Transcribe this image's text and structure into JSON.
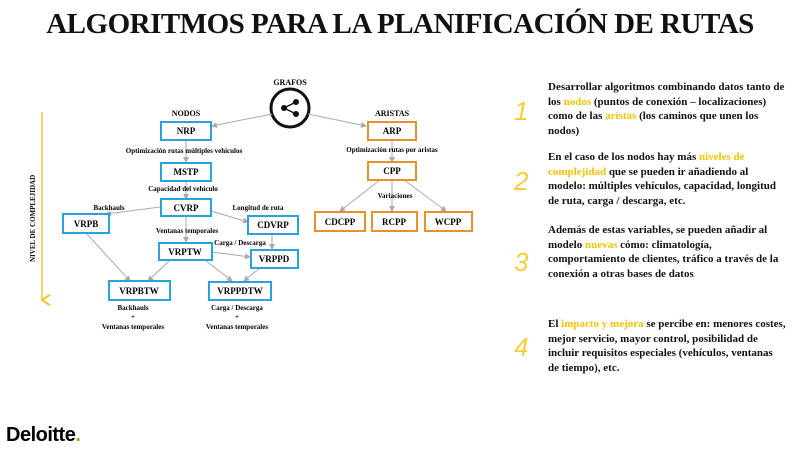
{
  "title": "ALGORITMOS PARA LA PLANIFICACIÓN DE RUTAS",
  "diagram": {
    "root": "GRAFOS",
    "left_header": "NODOS",
    "right_header": "ARISTAS",
    "axis_label": "NIVEL DE COMPLEJIDAD",
    "nodes": {
      "nrp": "NRP",
      "mstp": "MSTP",
      "cvrp": "CVRP",
      "vrpb": "VRPB",
      "cdvrp": "CDVRP",
      "vrptw": "VRPTW",
      "vrppd": "VRPPD",
      "vrpbtw": "VRPBTW",
      "vrppdtw": "VRPPDTW",
      "arp": "ARP",
      "cpp": "CPP",
      "cdcpp": "CDCPP",
      "rcpp": "RCPP",
      "wcpp": "WCPP"
    },
    "labels": {
      "opt_multi": "Optimización rutas múltiples vehículos",
      "capacity": "Capacidad del vehículo",
      "backhauls": "Backhauls",
      "route_length": "Longitud de ruta",
      "time_windows": "Ventanas temporales",
      "pickup": "Carga / Descarga",
      "opt_edges": "Optimización rutas por aristas",
      "variations": "Variaciones",
      "bottom_left_1": "Backhauls",
      "bottom_left_plus": "+",
      "bottom_left_2": "Ventanas temporales",
      "bottom_right_1": "Carga / Descarga",
      "bottom_right_plus": "+",
      "bottom_right_2": "Ventanas temporales"
    }
  },
  "points": [
    {
      "number": "1",
      "pre": "Desarrollar algoritmos combinando datos tanto de los ",
      "highlight": "nodos",
      "post": " (puntos de conexión – localizaciones) como de las ",
      "highlight2": "aristas",
      "post2": " (los caminos que unen los nodos)"
    },
    {
      "number": "2",
      "pre": "En el caso de los nodos hay más ",
      "highlight": "niveles de complejidad",
      "post": " que se pueden ir añadiendo al modelo: múltiples vehículos, capacidad, longitud de ruta, carga / descarga, etc.",
      "highlight2": "",
      "post2": ""
    },
    {
      "number": "3",
      "pre": "Además de estas variables, se pueden añadir al modelo ",
      "highlight": "nuevas",
      "post": " cómo: climatología, comportamiento de clientes, tráfico a través de la conexión a otras bases de datos",
      "highlight2": "",
      "post2": ""
    },
    {
      "number": "4",
      "pre": "El ",
      "highlight": "impacto y mejora",
      "post": " se percibe en: menores costes, mejor servicio, mayor control, posibilidad de incluir requisitos especiales (vehículos, ventanas de tiempo), etc.",
      "highlight2": "",
      "post2": ""
    }
  ],
  "logo": {
    "name": "Deloitte",
    "dot": "."
  },
  "colors": {
    "blue": "#29a3dd",
    "orange": "#e8912a",
    "accent": "#f4c400",
    "axis": "#f2c12e",
    "logo_green": "#86bc25"
  }
}
